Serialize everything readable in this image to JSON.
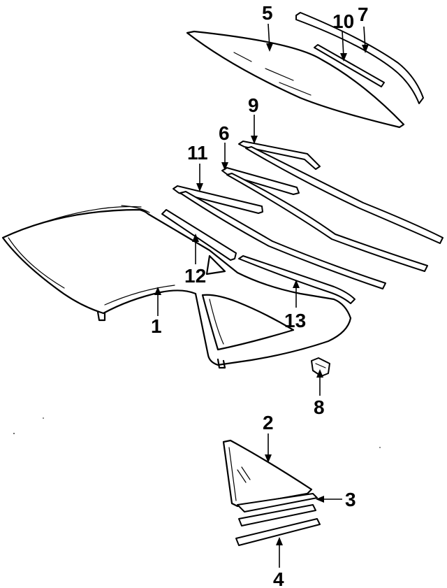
{
  "callouts": [
    {
      "id": "c1",
      "text": "1",
      "part": "windshield-glass"
    },
    {
      "id": "c2",
      "text": "2",
      "part": "quarter-window-glass"
    },
    {
      "id": "c3",
      "text": "3",
      "part": "quarter-window-seal"
    },
    {
      "id": "c4",
      "text": "4",
      "part": "quarter-window-molding"
    },
    {
      "id": "c5",
      "text": "5",
      "part": "roof-glass-panel"
    },
    {
      "id": "c6",
      "text": "6",
      "part": "weatherstrip"
    },
    {
      "id": "c7",
      "text": "7",
      "part": "roof-molding"
    },
    {
      "id": "c8",
      "text": "8",
      "part": "clip"
    },
    {
      "id": "c9",
      "text": "9",
      "part": "reveal-molding"
    },
    {
      "id": "c10",
      "text": "10",
      "part": "roof-seal"
    },
    {
      "id": "c11",
      "text": "11",
      "part": "upper-molding"
    },
    {
      "id": "c12",
      "text": "12",
      "part": "side-molding"
    },
    {
      "id": "c13",
      "text": "13",
      "part": "lower-molding"
    }
  ]
}
